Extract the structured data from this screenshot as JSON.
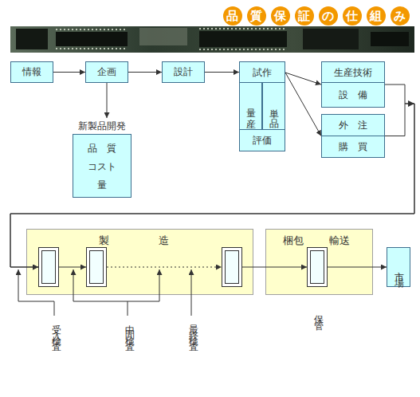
{
  "diagram": {
    "title": "品質保証の仕組み",
    "nodes": [
      {
        "text": [
          "情報"
        ]
      },
      {
        "text": [
          "企画"
        ]
      },
      {
        "text": [
          "設計"
        ]
      },
      {
        "text": [
          "試作"
        ]
      },
      {
        "text": [
          "量産"
        ],
        "in": 3
      },
      {
        "text": [
          "単品"
        ],
        "in": 3
      },
      {
        "text": [
          "評価"
        ],
        "in": 3
      },
      {
        "text": [
          "生産技術"
        ]
      },
      {
        "text": [
          "設備"
        ],
        "in": 7
      },
      {
        "text": [
          "外注"
        ]
      },
      {
        "text": [
          "購買"
        ],
        "in": 9
      },
      {
        "text": [
          "新製品開発",
          "品質",
          "コスト",
          "量"
        ]
      },
      {
        "text": [
          "製造"
        ]
      },
      {
        "text": [],
        "in": 12
      },
      {
        "text": [],
        "in": 12
      },
      {
        "text": [],
        "in": 12
      },
      {
        "text": [
          "梱包 輸送"
        ]
      },
      {
        "text": [],
        "in": 16
      },
      {
        "text": [
          "市場"
        ]
      }
    ],
    "edges": [
      {
        "from": 0,
        "to": 1,
        "arrow": "to"
      },
      {
        "from": 1,
        "to": 2,
        "arrow": "to"
      },
      {
        "from": 2,
        "to": 3,
        "arrow": "to"
      },
      {
        "from": 3,
        "to": 7,
        "arrow": "to"
      },
      {
        "from": 3,
        "to": 9,
        "arrow": "to"
      },
      {
        "from": 1,
        "to": 11,
        "arrow": "to"
      },
      {
        "from": 7,
        "to": 13,
        "arrow": "to"
      },
      {
        "from": 9,
        "to": 13,
        "arrow": "to"
      },
      {
        "from": 13,
        "to": 14,
        "arrow": "to"
      },
      {
        "from": 14,
        "to": 15,
        "arrow": "to"
      },
      {
        "from": 15,
        "to": 17,
        "arrow": "to"
      },
      {
        "from": 17,
        "to": 18,
        "arrow": "to"
      }
    ],
    "labels": [
      "受入検査",
      "中間検査",
      "最終検査",
      "保管"
    ]
  }
}
